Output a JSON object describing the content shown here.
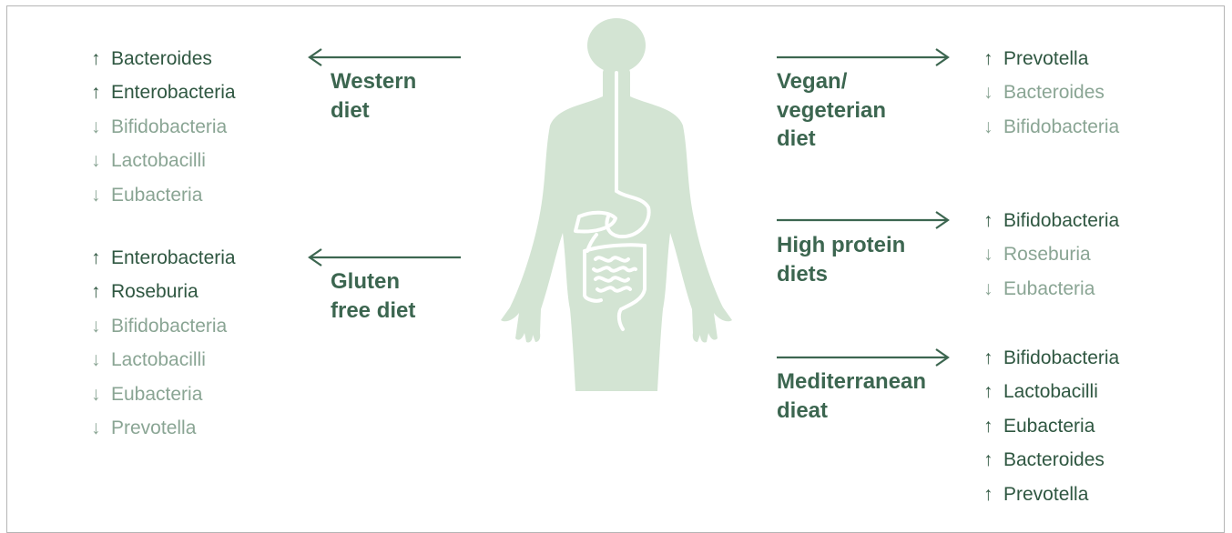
{
  "colors": {
    "up": "#2f5741",
    "down": "#8aa594",
    "diet_label": "#3c6650",
    "arrow": "#3c6650",
    "body_fill": "#d3e4d3",
    "organ_stroke": "#ffffff"
  },
  "icons": {
    "up": "↑",
    "down": "↓",
    "figure": "human-body-digestive-tract-icon"
  },
  "diets": [
    {
      "name_lines": [
        "Western",
        "diet"
      ],
      "side": "left",
      "bacteria": [
        {
          "dir": "up",
          "name": "Bacteroides"
        },
        {
          "dir": "up",
          "name": "Enterobacteria"
        },
        {
          "dir": "down",
          "name": "Bifidobacteria"
        },
        {
          "dir": "down",
          "name": "Lactobacilli"
        },
        {
          "dir": "down",
          "name": "Eubacteria"
        }
      ]
    },
    {
      "name_lines": [
        "Gluten",
        "free diet"
      ],
      "side": "left",
      "bacteria": [
        {
          "dir": "up",
          "name": "Enterobacteria"
        },
        {
          "dir": "up",
          "name": "Roseburia"
        },
        {
          "dir": "down",
          "name": "Bifidobacteria"
        },
        {
          "dir": "down",
          "name": "Lactobacilli"
        },
        {
          "dir": "down",
          "name": "Eubacteria"
        },
        {
          "dir": "down",
          "name": "Prevotella"
        }
      ]
    },
    {
      "name_lines": [
        "Vegan/",
        "vegeterian",
        "diet"
      ],
      "side": "right",
      "bacteria": [
        {
          "dir": "up",
          "name": "Prevotella"
        },
        {
          "dir": "down",
          "name": "Bacteroides"
        },
        {
          "dir": "down",
          "name": "Bifidobacteria"
        }
      ]
    },
    {
      "name_lines": [
        "High protein",
        "diets"
      ],
      "side": "right",
      "bacteria": [
        {
          "dir": "up",
          "name": "Bifidobacteria"
        },
        {
          "dir": "down",
          "name": "Roseburia"
        },
        {
          "dir": "down",
          "name": "Eubacteria"
        }
      ]
    },
    {
      "name_lines": [
        "Mediterranean",
        "dieat"
      ],
      "side": "right",
      "bacteria": [
        {
          "dir": "up",
          "name": "Bifidobacteria"
        },
        {
          "dir": "up",
          "name": "Lactobacilli"
        },
        {
          "dir": "up",
          "name": "Eubacteria"
        },
        {
          "dir": "up",
          "name": "Bacteroides"
        },
        {
          "dir": "up",
          "name": "Prevotella"
        }
      ]
    }
  ]
}
